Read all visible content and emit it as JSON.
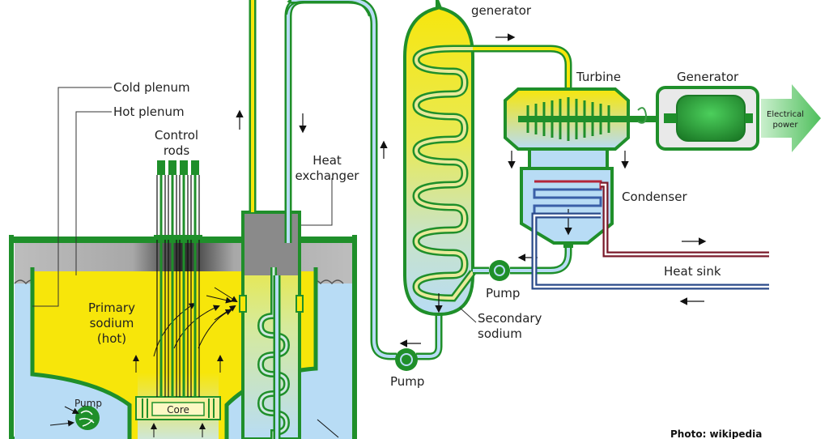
{
  "labels": {
    "cold_plenum": "Cold plenum",
    "hot_plenum": "Hot plenum",
    "control_rods_1": "Control",
    "control_rods_2": "rods",
    "heat_exchanger_1": "Heat",
    "heat_exchanger_2": "exchanger",
    "steam_generator": "generator",
    "turbine": "Turbine",
    "generator": "Generator",
    "electrical_power_1": "Electrical",
    "electrical_power_2": "power",
    "condenser": "Condenser",
    "heat_sink": "Heat sink",
    "pump_secondary": "Pump",
    "pump_steam": "Pump",
    "pump_primary": "Pump",
    "secondary_sodium_1": "Secondary",
    "secondary_sodium_2": "sodium",
    "primary_sodium_1": "Primary",
    "primary_sodium_2": "sodium",
    "primary_sodium_3": "(hot)",
    "core": "Core"
  },
  "credit": "Photo: wikipedia",
  "colors": {
    "vessel_green": "#1f8f2a",
    "hot_sodium": "#f7e60a",
    "cold_sodium": "#b8dcf5",
    "argon_gray": "#b5b5b5",
    "dark_gray": "#3a3a3a",
    "hot_water_red": "#b3253a",
    "cold_water_blue": "#3a5fa8",
    "generator_green": "#2ea043",
    "arrow_green": "#5cc26a"
  }
}
